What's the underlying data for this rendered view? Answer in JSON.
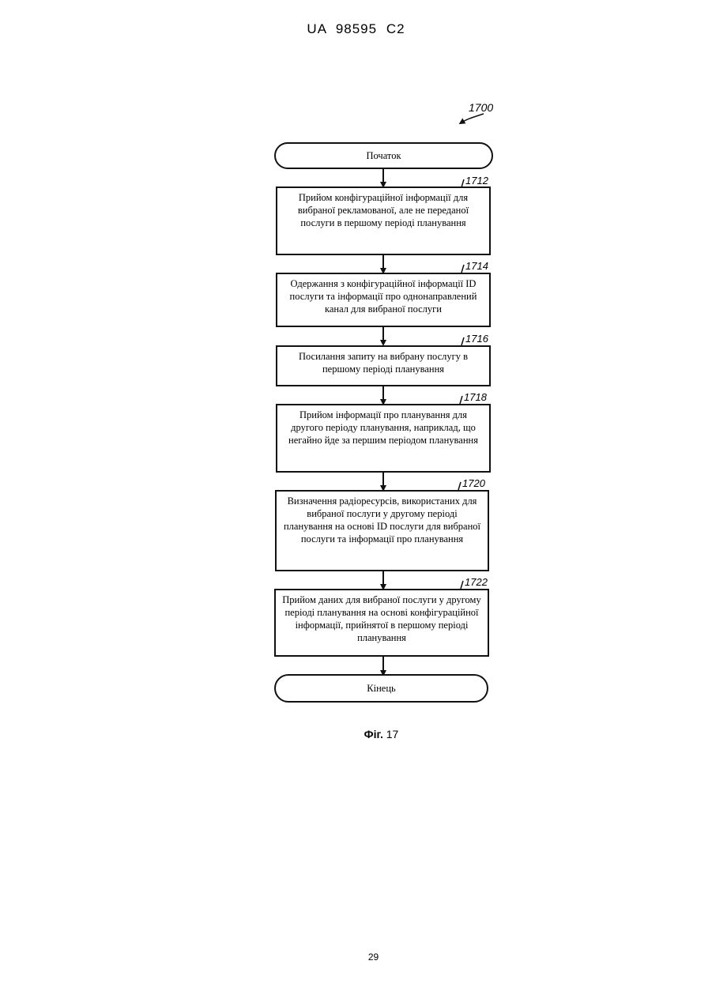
{
  "header": {
    "patent_id": "UA   98595   C2"
  },
  "diagram": {
    "figure_ref": "1700",
    "nodes": [
      {
        "id": "start",
        "text": "Початок"
      },
      {
        "id": "1712",
        "ref": "1712",
        "text": "Прийом конфігураційної інформації для вибраної рекламованої, але не переданої послуги в першому періоді планування"
      },
      {
        "id": "1714",
        "ref": "1714",
        "text": "Одержання з конфігураційної інформації ID послуги та інформації про однонаправлений канал для вибраної послуги"
      },
      {
        "id": "1716",
        "ref": "1716",
        "text": "Посилання запиту на вибрану послугу в першому періоді планування"
      },
      {
        "id": "1718",
        "ref": "1718",
        "text": "Прийом інформації про планування для другого періоду планування, наприклад, що негайно йде за першим періодом планування"
      },
      {
        "id": "1720",
        "ref": "1720",
        "text": "Визначення радіоресурсів, використаних для вибраної послуги у другому періоді планування на основі ID послуги для вибраної послуги та інформації про планування"
      },
      {
        "id": "1722",
        "ref": "1722",
        "text": "Прийом даних для вибраної послуги у другому періоді планування на основі конфігураційної інформації, прийнятої в першому періоді планування"
      },
      {
        "id": "end",
        "text": "Кінець"
      }
    ]
  },
  "caption": {
    "label": "Фіг.",
    "number": "17"
  },
  "footer": {
    "page_number": "29"
  }
}
